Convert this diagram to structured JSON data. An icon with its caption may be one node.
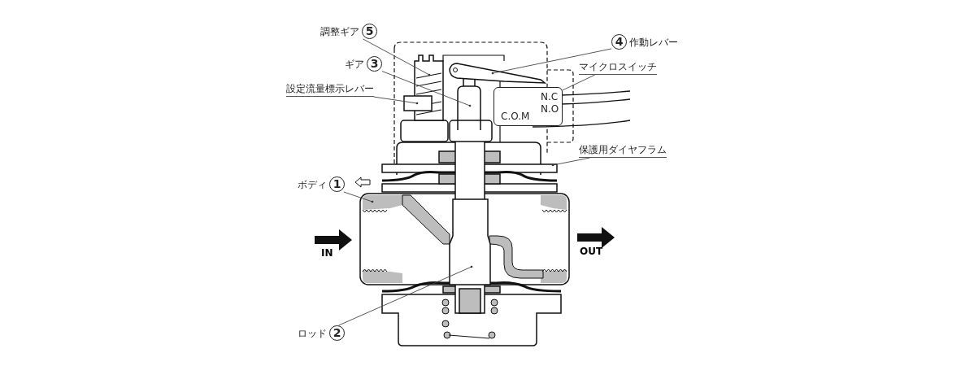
{
  "diagram": {
    "nodes": [
      {
        "text": [
          "調整ギア",
          "5"
        ]
      },
      {
        "text": [
          "ギア",
          "3"
        ]
      },
      {
        "text": [
          "設定流量標示レバー"
        ]
      },
      {
        "text": [
          "4",
          "作動レバー"
        ]
      },
      {
        "text": [
          "マイクロスイッチ"
        ]
      },
      {
        "text": [
          "保護用ダイヤフラム"
        ]
      },
      {
        "text": [
          "ボディ",
          "1"
        ]
      },
      {
        "text": [
          "ロッド",
          "2"
        ]
      },
      {
        "text": [
          "N.C",
          "N.O",
          "C.O.M"
        ]
      }
    ],
    "edges": [
      {
        "from": 0,
        "to": null,
        "arrow": "none"
      },
      {
        "from": 1,
        "to": null,
        "arrow": "none"
      },
      {
        "from": 2,
        "to": null,
        "arrow": "none"
      },
      {
        "from": 3,
        "to": null,
        "arrow": "none"
      },
      {
        "from": 4,
        "to": 8,
        "arrow": "none"
      },
      {
        "from": 5,
        "to": null,
        "arrow": "none"
      },
      {
        "from": 6,
        "to": null,
        "arrow": "none"
      },
      {
        "from": 7,
        "to": null,
        "arrow": "none"
      }
    ],
    "labels": [
      "IN",
      "OUT"
    ]
  }
}
